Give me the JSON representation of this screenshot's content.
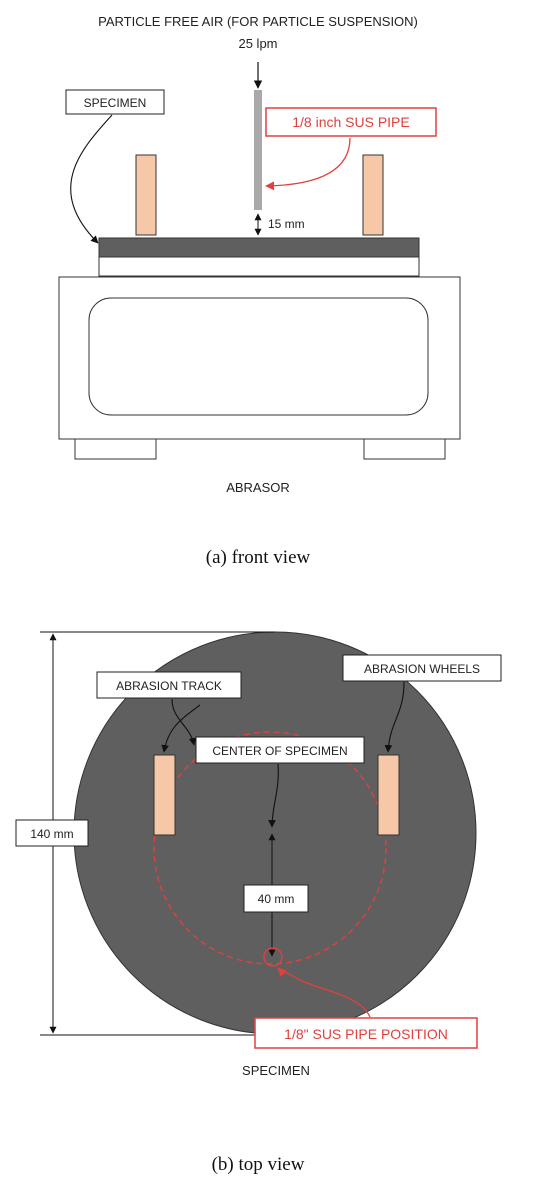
{
  "front_view": {
    "air_label": "PARTICLE FREE AIR (FOR PARTICLE SUSPENSION)",
    "flow_rate": "25 lpm",
    "specimen_label": "SPECIMEN",
    "pipe_label": "1/8 inch SUS PIPE",
    "gap_label": "15 mm",
    "abrasor_label": "ABRASOR",
    "caption": "(a) front view"
  },
  "top_view": {
    "abrasion_track_label": "ABRASION TRACK",
    "abrasion_wheels_label": "ABRASION WHEELS",
    "center_label": "CENTER OF SPECIMEN",
    "diameter_label": "140 mm",
    "radius_label": "40 mm",
    "pipe_position_label": "1/8\" SUS PIPE POSITION",
    "specimen_label": "SPECIMEN",
    "caption": "(b) top view"
  },
  "colors": {
    "specimen_fill": "#5f5f5f",
    "wheel_fill": "#f6c8a8",
    "pipe_fill": "#a9a9a9",
    "accent_red": "#e0403f",
    "outline": "#333333"
  }
}
